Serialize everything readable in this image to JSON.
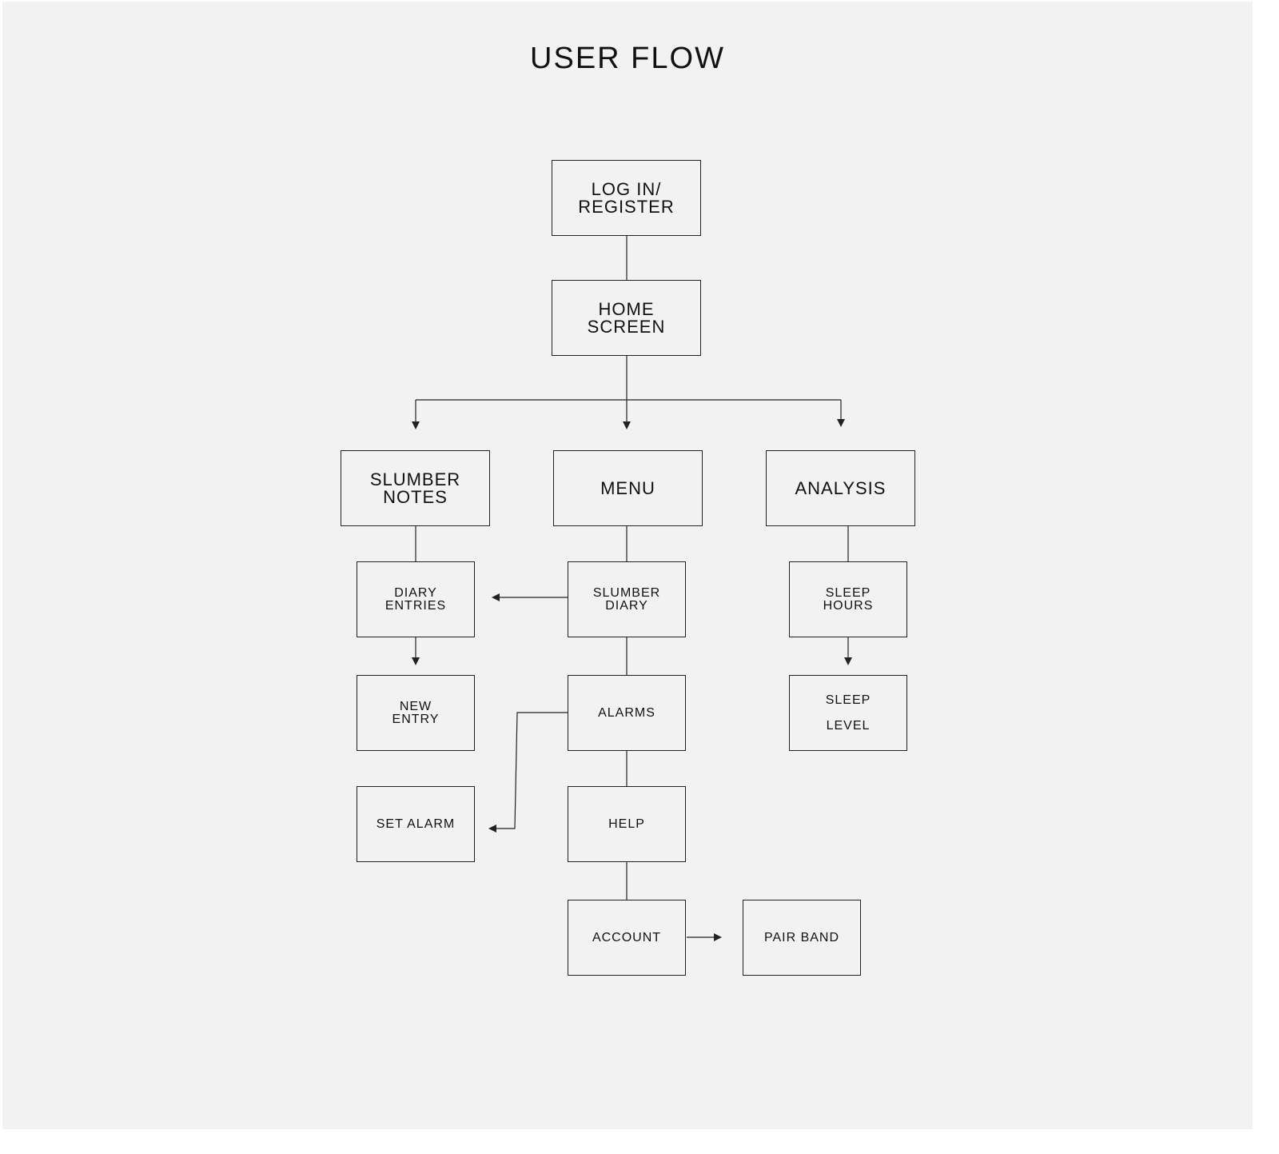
{
  "title": "USER FLOW",
  "nodes": {
    "login": [
      "LOG IN/",
      "REGISTER"
    ],
    "home": [
      "HOME",
      "SCREEN"
    ],
    "slumber_notes": [
      "SLUMBER",
      "NOTES"
    ],
    "menu": [
      "MENU"
    ],
    "analysis": [
      "ANALYSIS"
    ],
    "diary_entries": [
      "DIARY",
      "ENTRIES"
    ],
    "slumber_diary": [
      "SLUMBER",
      "DIARY"
    ],
    "sleep_hours": [
      "SLEEP",
      "HOURS"
    ],
    "new_entry": [
      "NEW",
      "ENTRY"
    ],
    "alarms": [
      "ALARMS"
    ],
    "sleep_level": [
      "SLEEP",
      "LEVEL"
    ],
    "set_alarm": [
      "SET ALARM"
    ],
    "help": [
      "HELP"
    ],
    "account": [
      "ACCOUNT"
    ],
    "pair_band": [
      "PAIR BAND"
    ]
  },
  "colors": {
    "background": "#f2f2f2",
    "stroke": "#222222"
  }
}
